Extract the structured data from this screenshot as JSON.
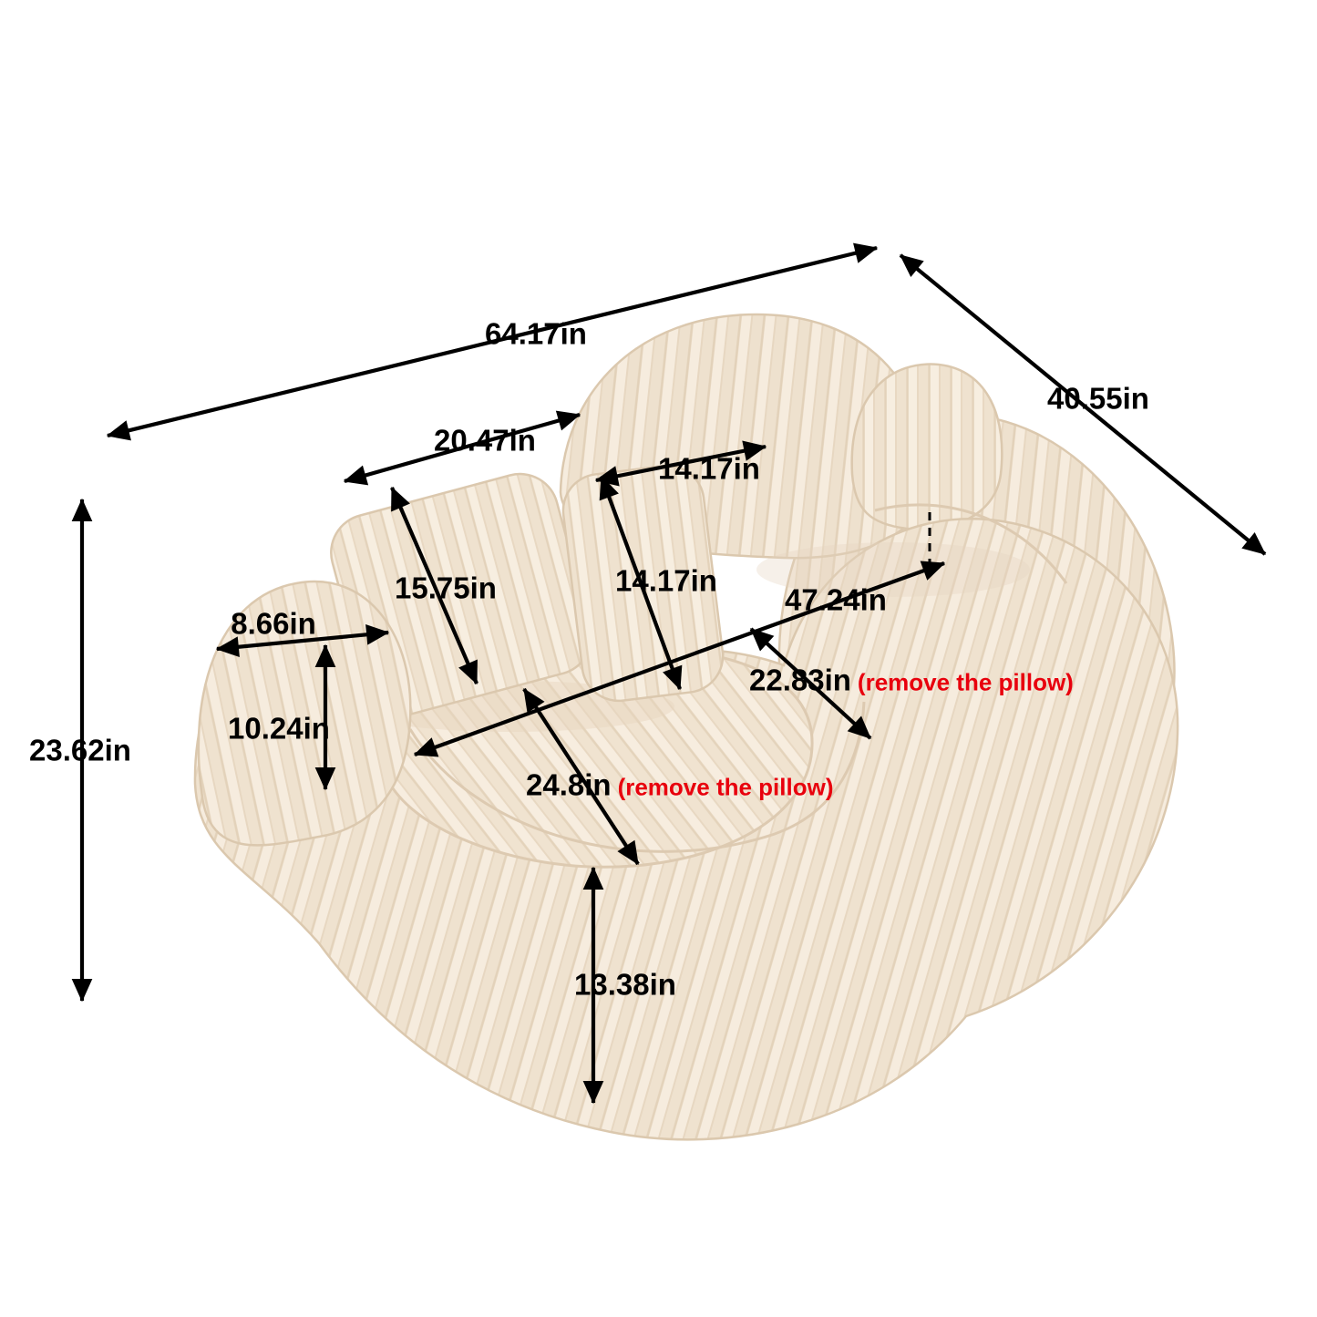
{
  "diagram": {
    "labels": {
      "overall_width": "64.17in",
      "overall_depth": "40.55in",
      "overall_height": "23.62in",
      "back_pillow_width": "20.47in",
      "top_pillow_width": "14.17in",
      "back_pillow_height": "15.75in",
      "mid_pillow_height": "14.17in",
      "arm_width": "8.66in",
      "arm_height": "10.24in",
      "seat_total_width": "47.24in",
      "seat_depth": "22.83in",
      "seat_depth_note": "(remove the pillow)",
      "seat_front_width": "24.8in",
      "seat_front_note": "(remove the pillow)",
      "base_height": "13.38in"
    },
    "colors": {
      "fabric_light": "#f6ecde",
      "fabric_mid": "#efe2cf",
      "fabric_groove": "#e3d2ba",
      "fabric_outline": "#dbc8ae",
      "arrow": "#000000",
      "note_red": "#e8000d"
    }
  }
}
